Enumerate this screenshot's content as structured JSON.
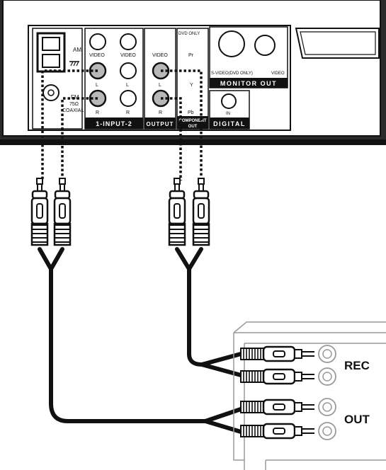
{
  "panel": {
    "am": "AM",
    "fm": "FM",
    "ohm": "75Ω",
    "coaxial": "COAXIAL",
    "video": "VIDEO",
    "left": "L",
    "right": "R",
    "input_section": "1-INPUT-2",
    "output_section": "OUTPUT",
    "dvd_only": "DVD ONLY",
    "pr": "Pr",
    "y": "Y",
    "pb": "Pb",
    "component_out_1": "COMPONENT",
    "component_out_2": "OUT",
    "svideo_note": "S-VIDEO(DVD ONLY)",
    "monitor_video": "VIDEO",
    "monitor_out": "MONITOR OUT",
    "in": "IN",
    "digital": "DIGITAL"
  },
  "external": {
    "rec": "REC",
    "out": "OUT"
  },
  "colors": {
    "ink": "#111111",
    "jack_fill": "#b8b8b8",
    "device_line": "#9a9a9a"
  }
}
